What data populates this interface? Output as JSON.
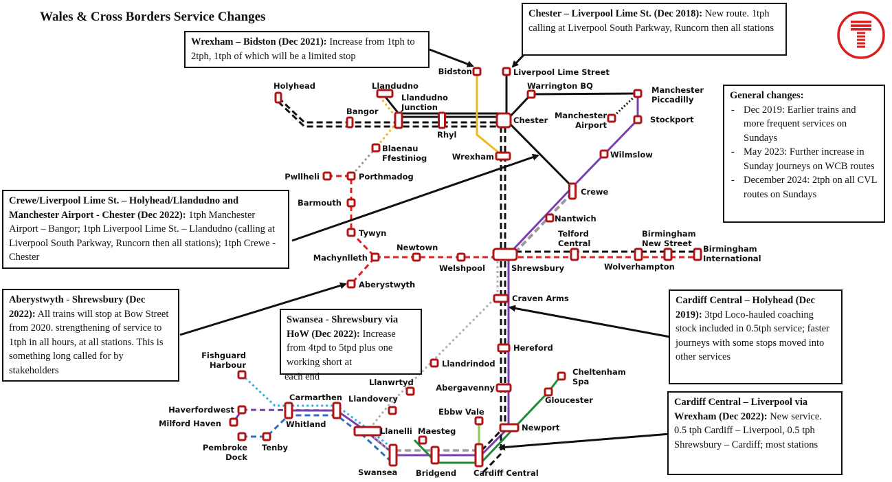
{
  "title": "Wales & Cross Borders Service Changes",
  "colors": {
    "station_outline": "#b01515",
    "red_dashed_line": "#e02020",
    "yellow_line": "#f0b820",
    "purple_line": "#7a3fae",
    "blue_line": "#2a70c0",
    "light_blue_line": "#3aaee0",
    "green_line": "#1e8a3a",
    "light_green_line": "#8ccc50",
    "grey_line": "#9a9a9a",
    "black_line": "#111111",
    "logo_red": "#d81e1e"
  },
  "logo": {
    "icon": "transport-for-wales-t-logo"
  },
  "notes": {
    "wrexham_bidston": {
      "heading": "Wrexham – Bidston (Dec 2021):",
      "body": " Increase from 1tph to 2tph, 1tph of which will be a limited stop"
    },
    "chester_liverpool": {
      "heading": "Chester – Liverpool Lime St. (Dec 2018):",
      "body": " New route. 1tph calling at Liverpool South Parkway, Runcorn then all stations"
    },
    "general": {
      "heading": "General changes:",
      "items": [
        "Dec 2019: Earlier trains and more frequent services on Sundays",
        "May 2023: Further increase in Sunday journeys on WCB routes",
        "December 2024: 2tph on all CVL routes on Sundays"
      ]
    },
    "crewe_holyhead": {
      "heading": "Crewe/Liverpool Lime St. – Holyhead/Llandudno and Manchester Airport - Chester (Dec 2022):",
      "body": " 1tph Manchester Airport – Bangor; 1tph Liverpool Lime St. – Llandudno (calling at Liverpool South Parkway, Runcorn then all stations); 1tph Crewe - Chester"
    },
    "aberystwyth_shrewsbury": {
      "heading": "Aberystwyth - Shrewsbury (Dec 2022):",
      "body": " All trains will stop at Bow Street from 2020. strengthening of service to 1tph in all hours, at all stations. This is something long called for by stakeholders"
    },
    "swansea_shrewsbury": {
      "heading": "Swansea - Shrewsbury via HoW (Dec 2022):",
      "body": " Increase from 4tpd to 5tpd plus one working short at",
      "overflow": "each end"
    },
    "cardiff_holyhead": {
      "heading": "Cardiff Central – Holyhead (Dec 2019):",
      "body": " 3tpd Loco-hauled coaching stock included in 0.5tph service; faster journeys with some stops moved into other services"
    },
    "cardiff_liverpool": {
      "heading": "Cardiff Central – Liverpool via Wrexham (Dec 2022):",
      "body": " New service. 0.5 tph Cardiff – Liverpool, 0.5 tph Shrewsbury – Cardiff; most stations"
    }
  },
  "stations": {
    "holyhead": [
      "Holyhead"
    ],
    "llandudno": [
      "Llandudno"
    ],
    "llandudno_junction": [
      "Llandudno",
      "Junction"
    ],
    "bangor": [
      "Bangor"
    ],
    "rhyl": [
      "Rhyl"
    ],
    "bidston": [
      "Bidston"
    ],
    "liverpool_lime_street": [
      "Liverpool Lime Street"
    ],
    "warrington_bq": [
      "Warrington BQ"
    ],
    "chester": [
      "Chester"
    ],
    "manchester_piccadilly": [
      "Manchester",
      "Piccadilly"
    ],
    "manchester_airport": [
      "Manchester",
      "Airport"
    ],
    "stockport": [
      "Stockport"
    ],
    "wilmslow": [
      "Wilmslow"
    ],
    "crewe": [
      "Crewe"
    ],
    "nantwich": [
      "Nantwich"
    ],
    "wrexham": [
      "Wrexham"
    ],
    "blaenau_ffestiniog": [
      "Blaenau",
      "Ffestiniog"
    ],
    "pwllheli": [
      "Pwllheli"
    ],
    "porthmadog": [
      "Porthmadog"
    ],
    "barmouth": [
      "Barmouth"
    ],
    "tywyn": [
      "Tywyn"
    ],
    "machynlleth": [
      "Machynlleth"
    ],
    "newtown": [
      "Newtown"
    ],
    "welshpool": [
      "Welshpool"
    ],
    "aberystwyth": [
      "Aberystwyth"
    ],
    "shrewsbury": [
      "Shrewsbury"
    ],
    "telford_central": [
      "Telford",
      "Central"
    ],
    "wolverhampton": [
      "Wolverhampton"
    ],
    "birmingham_new_street": [
      "Birmingham",
      "New Street"
    ],
    "birmingham_international": [
      "Birmingham",
      "International"
    ],
    "craven_arms": [
      "Craven Arms"
    ],
    "hereford": [
      "Hereford"
    ],
    "llandrindod": [
      "Llandrindod"
    ],
    "llanwrtyd": [
      "Llanwrtyd"
    ],
    "llandovery": [
      "Llandovery"
    ],
    "abergavenny": [
      "Abergavenny"
    ],
    "cheltenham_spa": [
      "Cheltenham",
      "Spa"
    ],
    "gloucester": [
      "Gloucester"
    ],
    "ebbw_vale": [
      "Ebbw Vale"
    ],
    "newport": [
      "Newport"
    ],
    "fishguard_harbour": [
      "Fishguard",
      "Harbour"
    ],
    "carmarthen": [
      "Carmarthen"
    ],
    "whitland": [
      "Whitland"
    ],
    "haverfordwest": [
      "Haverfordwest"
    ],
    "milford_haven": [
      "Milford Haven"
    ],
    "pembroke_dock": [
      "Pembroke",
      "Dock"
    ],
    "tenby": [
      "Tenby"
    ],
    "llanelli": [
      "Llanelli"
    ],
    "swansea": [
      "Swansea"
    ],
    "maesteg": [
      "Maesteg"
    ],
    "bridgend": [
      "Bridgend"
    ],
    "cardiff_central": [
      "Cardiff Central"
    ]
  }
}
